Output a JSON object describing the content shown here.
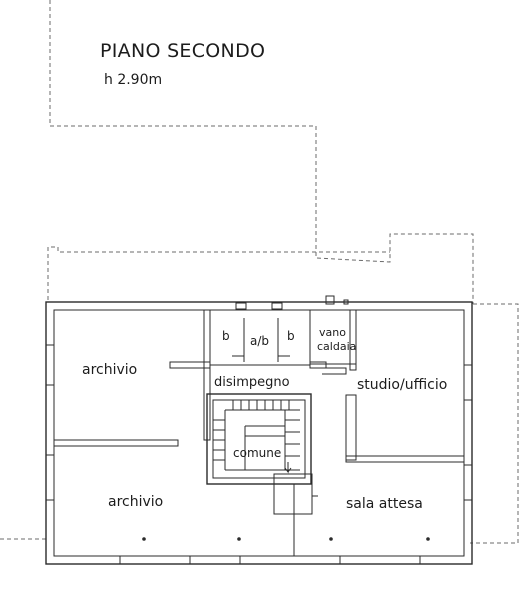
{
  "title": "PIANO SECONDO",
  "height_note": "h 2.90m",
  "rooms": {
    "archivio_top": "archivio",
    "archivio_bottom": "archivio",
    "studio": "studio/ufficio",
    "sala": "sala attesa",
    "disimpegno": "disimpegno",
    "comune": "comune",
    "vano_1": "vano",
    "vano_2": "caldaia",
    "bath_left": "b",
    "bath_mid": "a/b",
    "bath_right": "b"
  }
}
